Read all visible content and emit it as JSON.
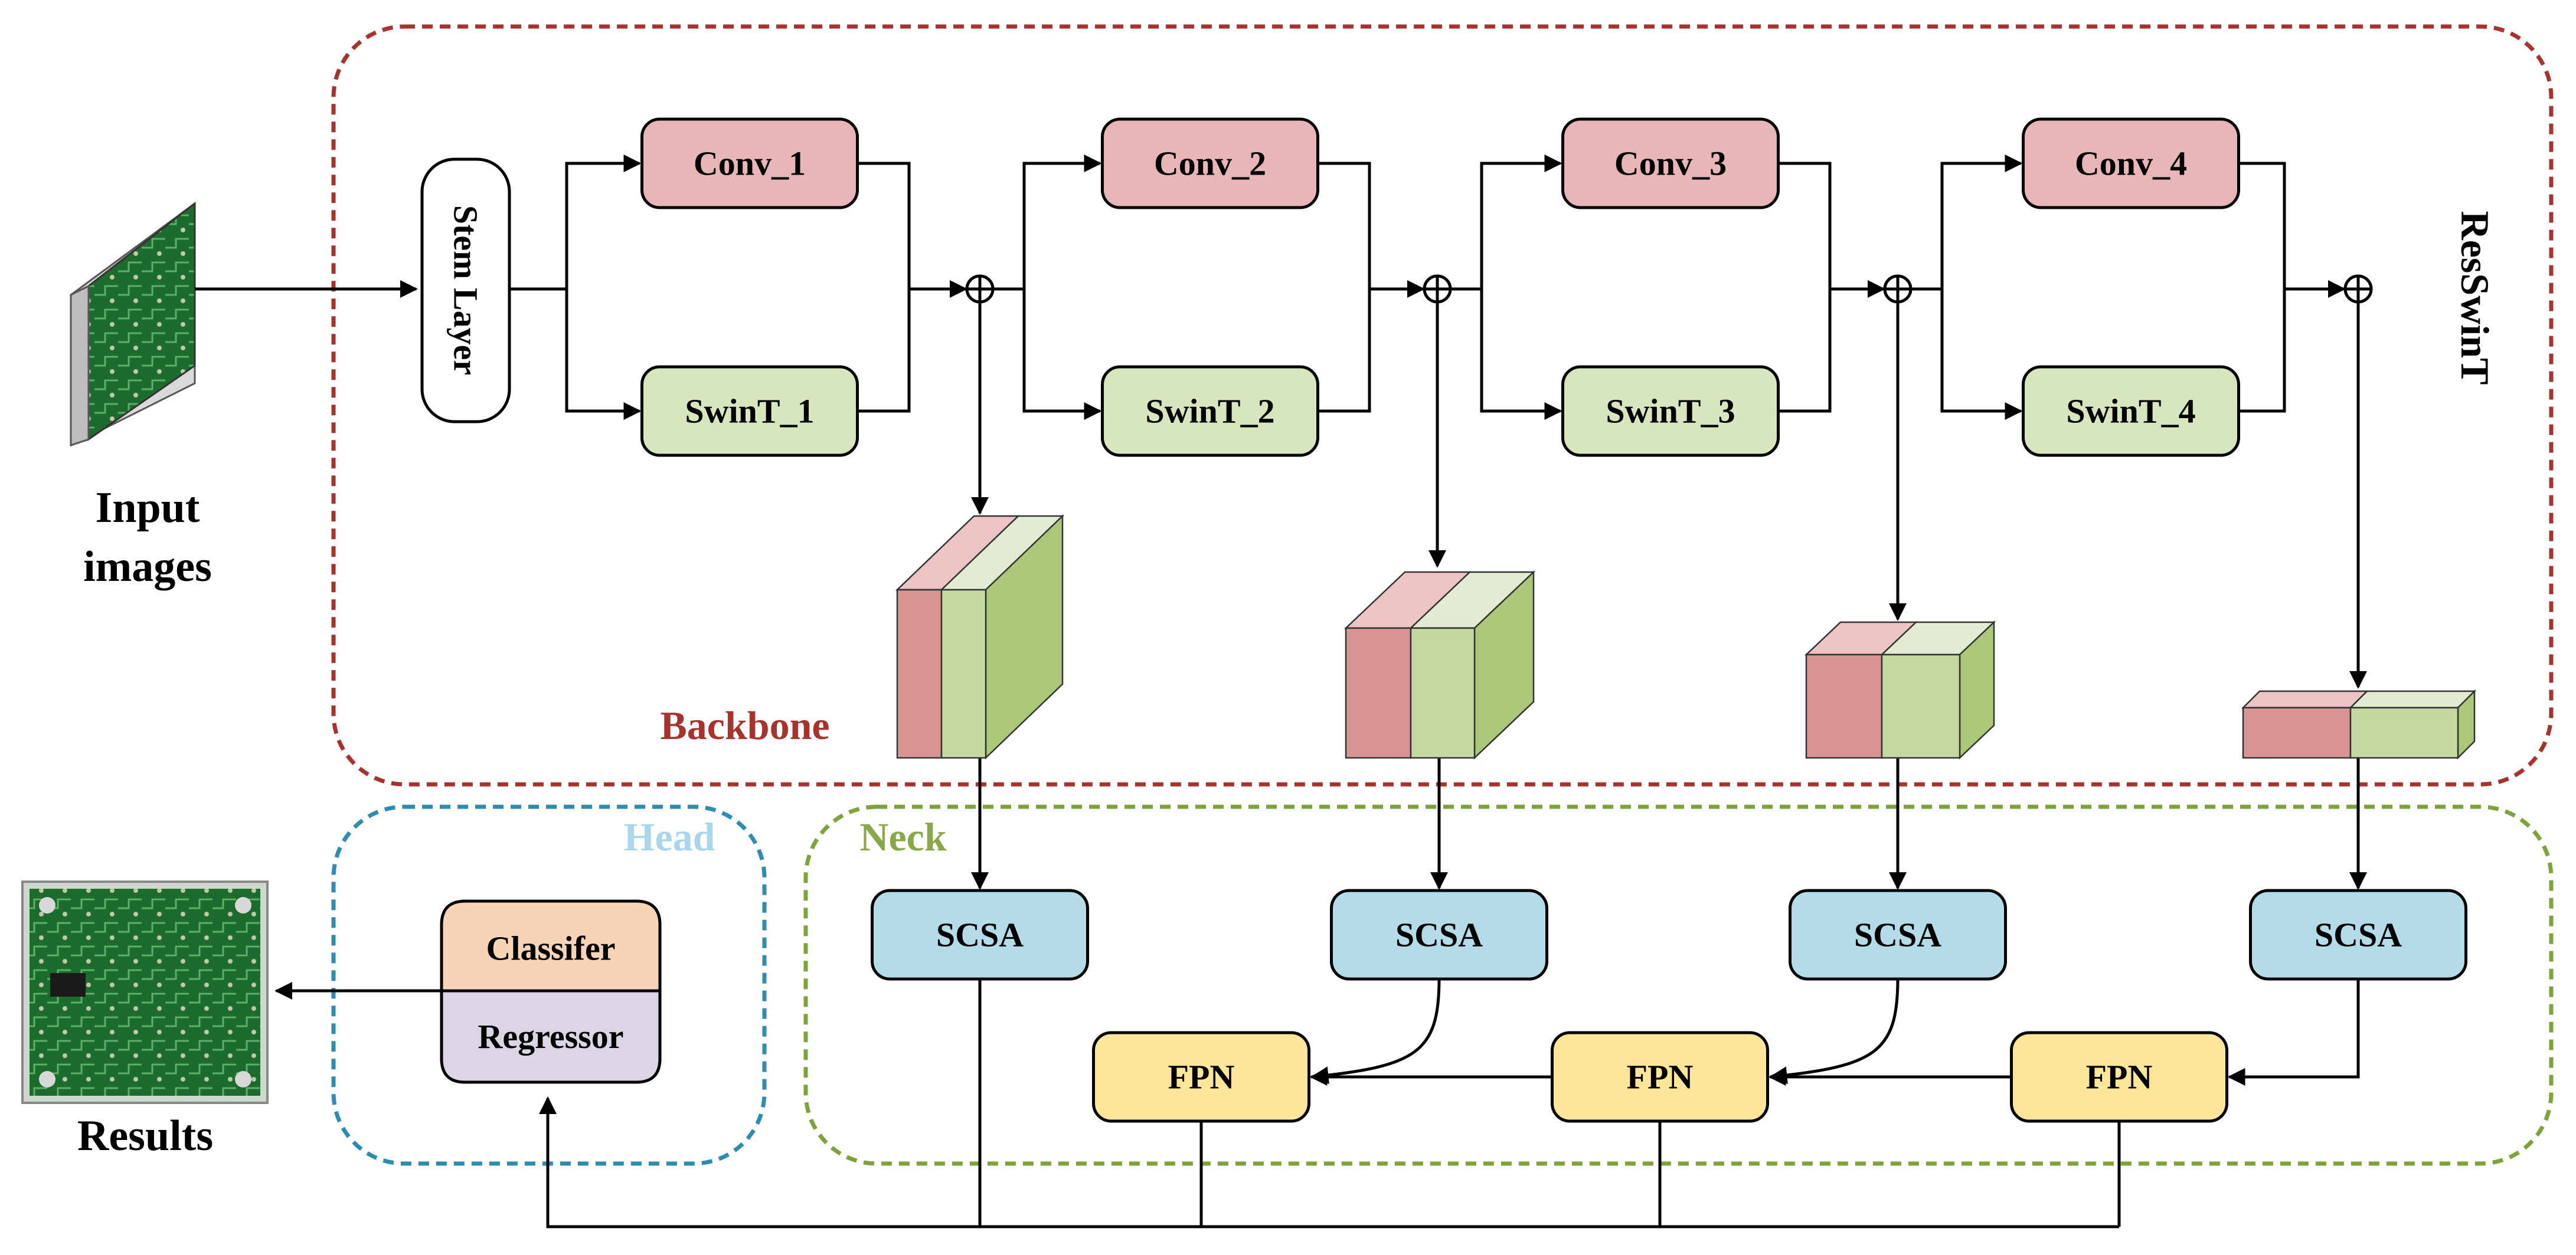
{
  "regions": {
    "backbone": {
      "label": "Backbone",
      "color": "#a8322d"
    },
    "resswint": {
      "label": "ResSwinT"
    },
    "head": {
      "label": "Head",
      "color": "#2e8cb0",
      "title_color": "#a9d6e8"
    },
    "neck": {
      "label": "Neck",
      "color": "#7da33a",
      "title_color": "#8aa84a"
    }
  },
  "input": {
    "line1": "Input",
    "line2": "images"
  },
  "results": {
    "label": "Results"
  },
  "stem": {
    "label": "Stem Layer"
  },
  "stages": [
    {
      "conv": "Conv_1",
      "swin": "SwinT_1"
    },
    {
      "conv": "Conv_2",
      "swin": "SwinT_2"
    },
    {
      "conv": "Conv_3",
      "swin": "SwinT_3"
    },
    {
      "conv": "Conv_4",
      "swin": "SwinT_4"
    }
  ],
  "scsa": [
    "SCSA",
    "SCSA",
    "SCSA",
    "SCSA"
  ],
  "fpn": [
    "FPN",
    "FPN",
    "FPN"
  ],
  "head_boxes": {
    "classifier": "Classifer",
    "regressor": "Regressor"
  },
  "colors": {
    "conv": "#e8b6b6",
    "swin": "#d7e6bf",
    "scsa": "#b4dce8",
    "fpn": "#fde59a",
    "classifier": "#f9d3b6",
    "regressor": "#dcd5e6",
    "feat_red_front": "#d99594",
    "feat_red_top": "#ecc4c4",
    "feat_green_front": "#c6d9a3",
    "feat_green_top": "#e2ecd2",
    "feat_green_side": "#abc77a"
  }
}
